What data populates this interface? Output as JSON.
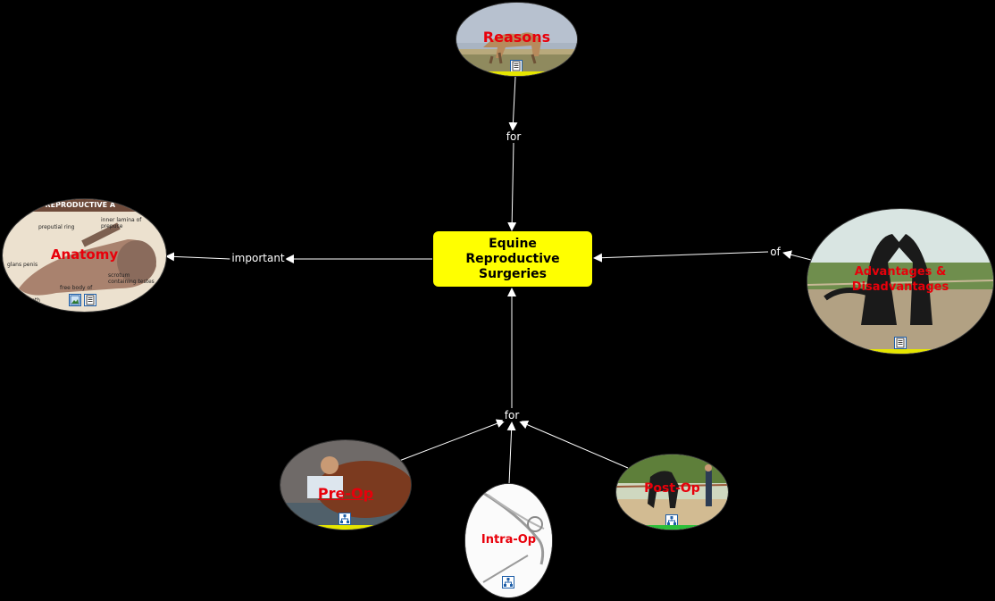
{
  "center": {
    "title": "Equine Reproductive Surgeries",
    "color": "#ffff00"
  },
  "nodes": {
    "reasons": {
      "label": "Reasons",
      "icons": [
        "document-icon"
      ]
    },
    "anatomy": {
      "label": "Anatomy",
      "icons": [
        "image-icon",
        "document-icon"
      ],
      "image_text": {
        "header": "N REPRODUCTIVE A",
        "ring": "preputial ring",
        "inner": "inner lamina of prepuce",
        "glans": "glans penis",
        "scrotum": "scrotum containing testes",
        "body": "free body of",
        "urethra": "ureth"
      }
    },
    "advantages": {
      "label": "Advantages & Disadvantages",
      "icons": [
        "document-icon"
      ]
    },
    "preop": {
      "label": "Pre-Op",
      "icons": [
        "concept-map-icon"
      ]
    },
    "intraop": {
      "label": "Intra-Op",
      "icons": [
        "concept-map-icon"
      ]
    },
    "postop": {
      "label": "Post-Op",
      "icons": [
        "concept-map-icon"
      ]
    }
  },
  "links": {
    "for_top": "for",
    "important": "important",
    "of": "of",
    "for_bottom": "for"
  },
  "colors": {
    "label_red": "#e8000b",
    "link": "#ffffff",
    "background": "#000000"
  }
}
